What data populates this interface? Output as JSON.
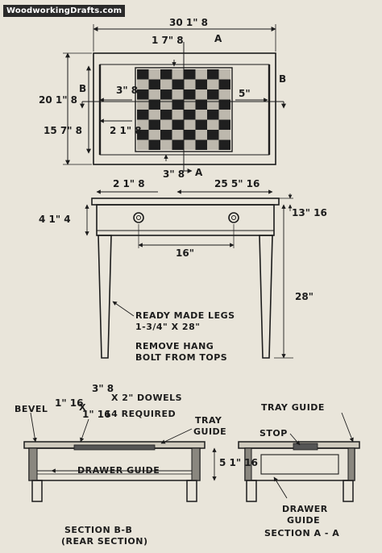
{
  "site": {
    "name": "WoodworkingDrafts.com"
  },
  "top_view": {
    "width": "30 1\" 8",
    "top_label": "A",
    "inner_offset": "1 7\" 8",
    "overall_depth": "20 1\" 8",
    "inner_depth": "15 7\" 8",
    "board_inset_top": "3\" 8",
    "board_inset_side": "2 1\" 8",
    "side_margin": "5\"",
    "section_b_left": "B",
    "section_b_right": "B",
    "bottom_inset": "3\" 8",
    "section_a_bottom": "A"
  },
  "front_view": {
    "left_overhang": "2 1\" 8",
    "drawer_width": "25 5\" 16",
    "apron_height": "4 1\" 4",
    "top_thickness": "13\" 16",
    "drawer_span": "16\"",
    "leg_height": "28\"",
    "note_legs": "READY MADE LEGS",
    "note_legs_size": "1-3/4\" X 28\"",
    "note_remove": "REMOVE HANG",
    "note_bolt": "BOLT FROM TOPS"
  },
  "section_bb": {
    "bevel": "BEVEL",
    "bevel_size": "1\" 16",
    "times": "X",
    "dowel_dia": "3\" 8",
    "dowel_len": "X 2\" DOWELS",
    "dowel_count_size": "1\" 16",
    "dowel_qty": "14 REQUIRED",
    "tray_guide_1": "TRAY",
    "tray_guide_2": "GUIDE",
    "drawer_guide": "DRAWER GUIDE",
    "height": "5 1\" 16",
    "caption_1": "SECTION B-B",
    "caption_2": "(REAR SECTION)"
  },
  "section_aa": {
    "tray_guide": "TRAY GUIDE",
    "stop": "STOP",
    "drawer": "DRAWER",
    "guide": "GUIDE",
    "caption": "SECTION A - A"
  },
  "colors": {
    "paper": "#e9e5da",
    "ink": "#1c1c1c"
  }
}
